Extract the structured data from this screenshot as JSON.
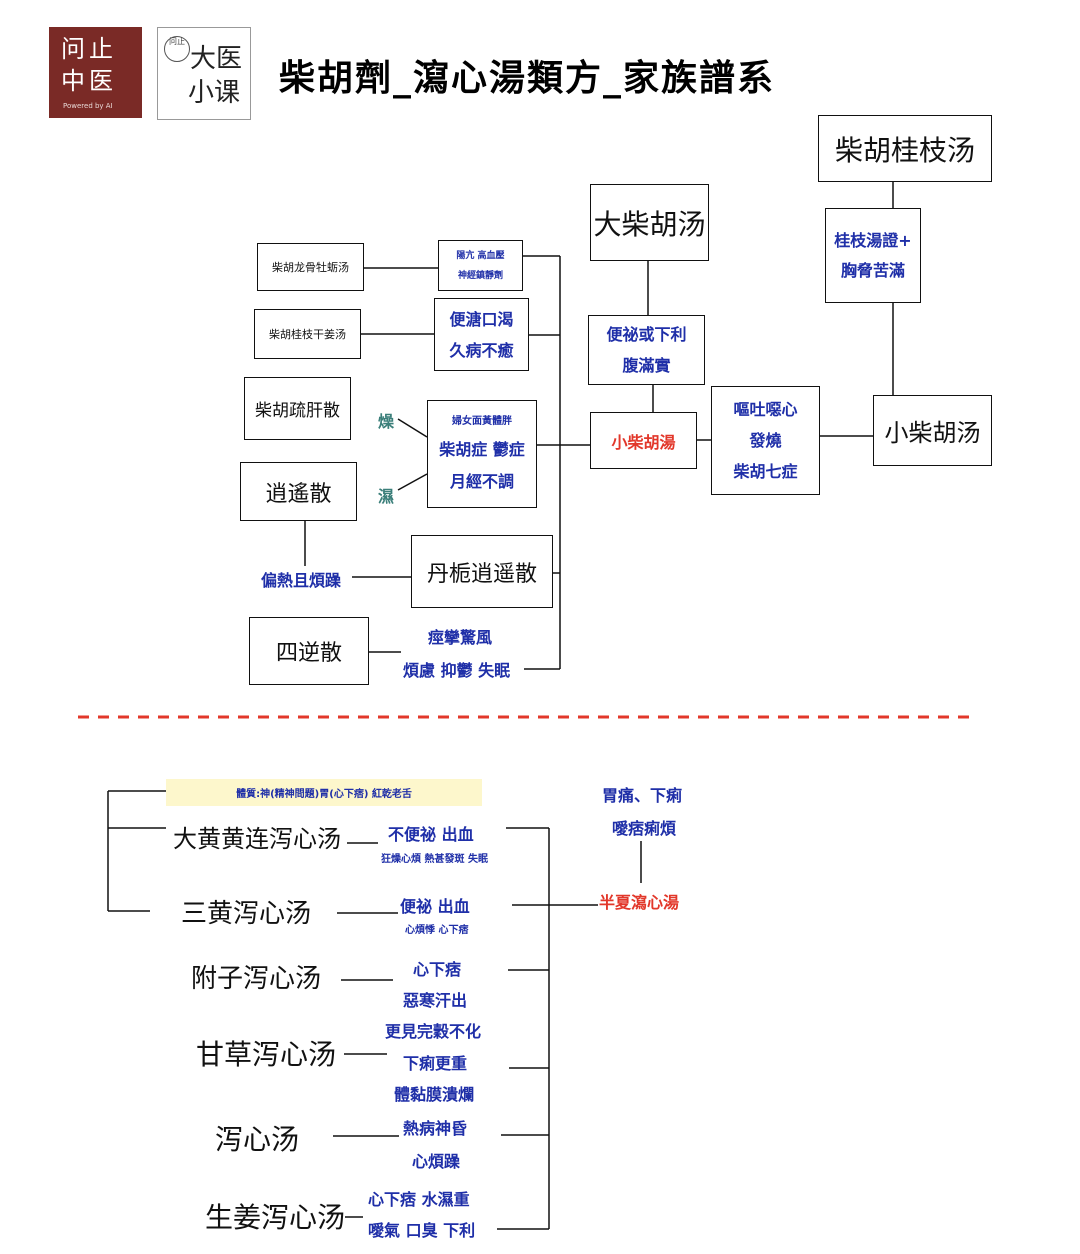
{
  "logo_left": {
    "line1": "问止",
    "line2": "中医",
    "tagline": "Powered by AI"
  },
  "logo_right": {
    "seal": "问止",
    "line1": "大医",
    "line2": "小课"
  },
  "title": "柴胡劑_瀉心湯類方_家族譜系",
  "top": {
    "chaihu_guizhi": "柴胡桂枝汤",
    "guizhi_note": [
      "桂枝湯證+",
      "胸脅苦滿"
    ],
    "dachaihu": "大柴胡汤",
    "dachaihu_note": [
      "便祕或下利",
      "腹滿實"
    ],
    "xiaochaihu_center": "小柴胡湯",
    "xiaochaihu_right": "小柴胡汤",
    "xiaochaihu_note": [
      "嘔吐噁心",
      "發燒",
      "柴胡七症"
    ],
    "longgu": "柴胡龙骨牡蛎汤",
    "longgu_note": [
      "陽亢  高血壓",
      "神經鎮靜劑"
    ],
    "ganjiang": "柴胡桂枝干姜汤",
    "ganjiang_note": [
      "便溏口渴",
      "久病不癒"
    ],
    "shugan": "柴胡疏肝散",
    "women_note": [
      "婦女面黃體胖",
      "柴胡症 鬱症",
      "月經不調"
    ],
    "dry": "燥",
    "wet": "濕",
    "xiaoyao": "逍遙散",
    "danzhi": "丹栀逍遥散",
    "danzhi_note": "偏熱且煩躁",
    "sini": "四逆散",
    "sini_note": [
      "痙攣驚風",
      "煩慮 抑鬱 失眠"
    ]
  },
  "bottom": {
    "constitution": "體質:神(精神問題)胃(心下痞) 紅乾老舌",
    "banxia": "半夏瀉心湯",
    "banxia_note": [
      "胃痛、下痢",
      "噯痞痢煩"
    ],
    "formulas": [
      {
        "name": "大黄黄连泻心汤",
        "notes": [
          "不便祕  出血"
        ],
        "small": "狂燥心煩 熱甚發斑 失眠"
      },
      {
        "name": "三黄泻心汤",
        "notes": [
          "便祕 出血"
        ],
        "small": "心煩悸 心下痞"
      },
      {
        "name": "附子泻心汤",
        "notes": [
          "心下痞",
          "惡寒汗出"
        ],
        "small": ""
      },
      {
        "name": "甘草泻心汤",
        "notes": [
          "更見完穀不化",
          "下痢更重",
          "體黏膜潰爛"
        ],
        "small": ""
      },
      {
        "name": "泻心汤",
        "notes": [
          "熱病神昏",
          "心煩躁"
        ],
        "small": ""
      },
      {
        "name": "生姜泻心汤",
        "notes": [
          "心下痞 水濕重",
          "噯氣 口臭 下利"
        ],
        "small": ""
      }
    ]
  },
  "colors": {
    "blue": "#1f2fa8",
    "red": "#e2372a",
    "teal": "#3b7f7a",
    "brand": "#7a2a26",
    "divider": "#e2372a"
  }
}
